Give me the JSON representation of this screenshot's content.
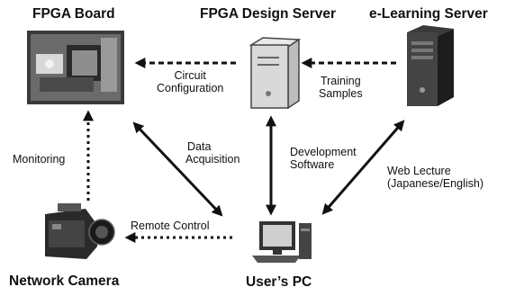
{
  "nodes": {
    "fpga_board": "FPGA Board",
    "design_server": "FPGA Design Server",
    "elearning_server": "e-Learning Server",
    "network_camera": "Network Camera",
    "users_pc": "User’s PC"
  },
  "edges": {
    "circuit_config": [
      "Circuit",
      "Configuration"
    ],
    "training_samples": [
      "Training",
      "Samples"
    ],
    "data_acquisition": [
      "Data",
      "Acquisition"
    ],
    "development_software": [
      "Development",
      "Software"
    ],
    "web_lecture": [
      "Web Lecture",
      "(Japanese/English)"
    ],
    "monitoring": "Monitoring",
    "remote_control": "Remote Control"
  }
}
